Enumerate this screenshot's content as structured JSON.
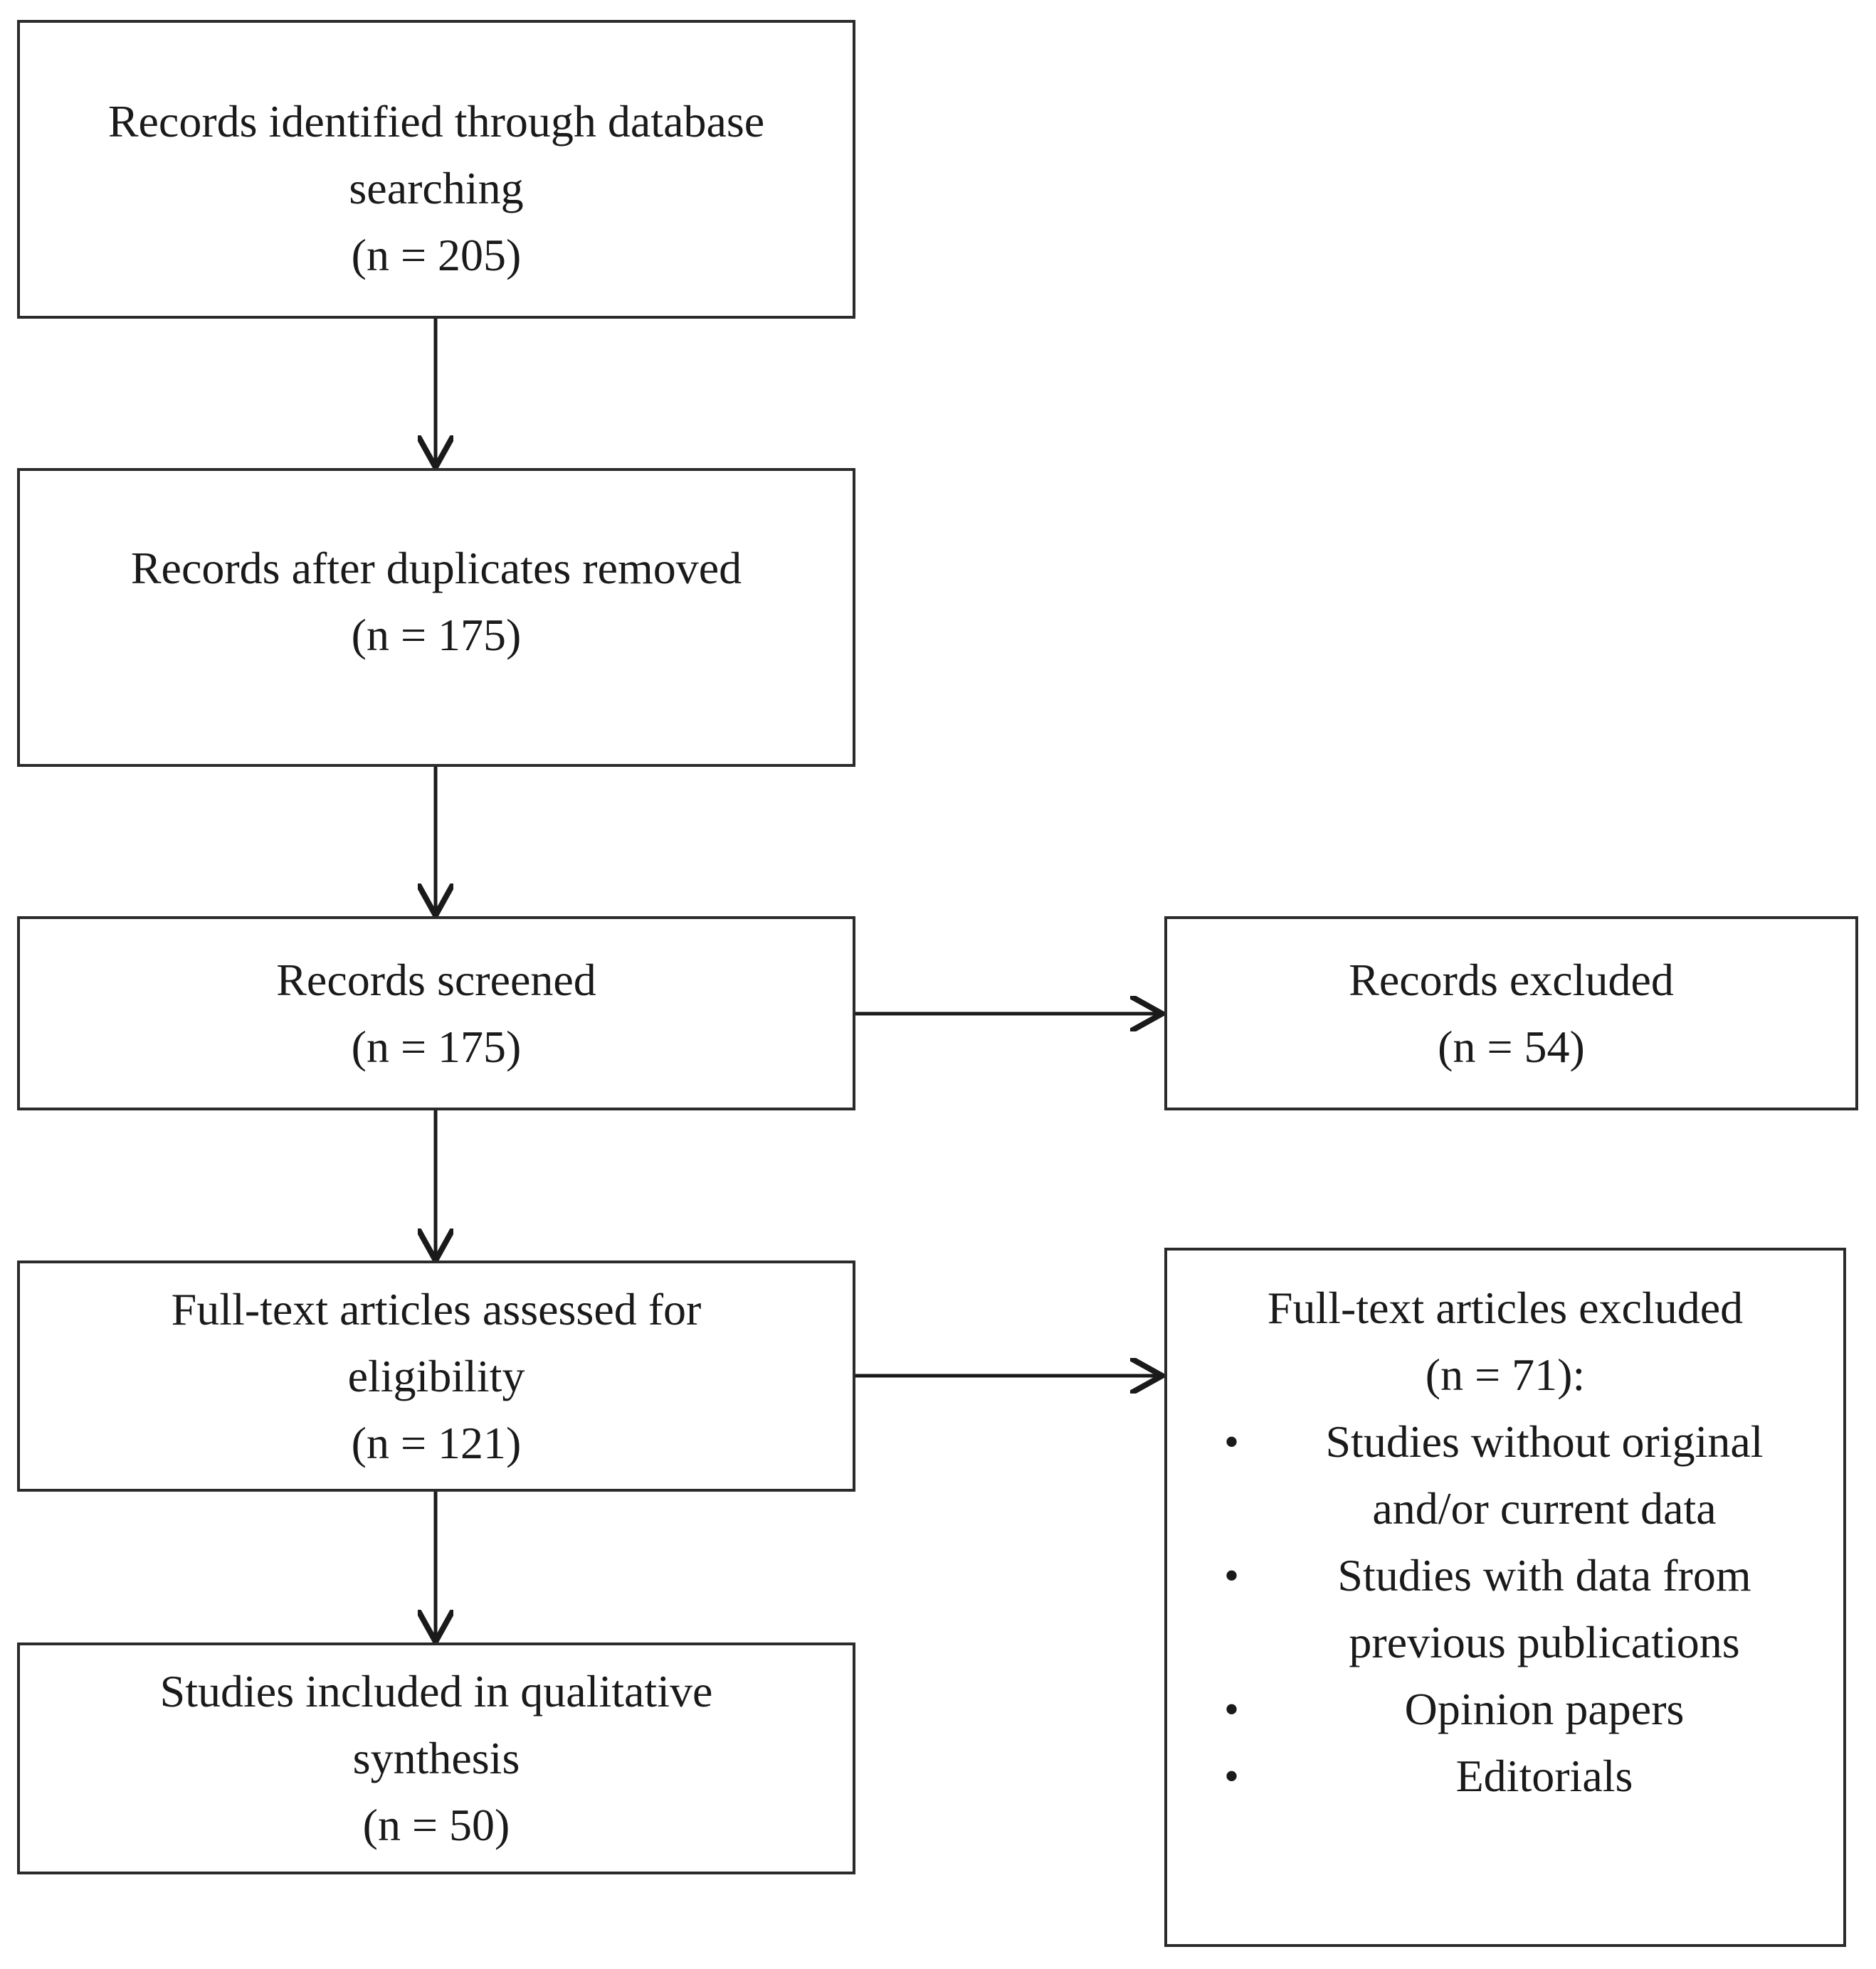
{
  "boxes": {
    "identified": {
      "lines": [
        "Records identified through database",
        "searching",
        "(n = 205)"
      ]
    },
    "after_duplicates": {
      "lines": [
        "Records after duplicates removed",
        "(n = 175)"
      ]
    },
    "screened": {
      "lines": [
        "Records screened",
        "(n = 175)"
      ]
    },
    "excluded": {
      "lines": [
        "Records excluded",
        "(n = 54)"
      ]
    },
    "fulltext_assessed": {
      "lines": [
        "Full-text articles assessed for",
        "eligibility",
        "(n = 121)"
      ]
    },
    "included": {
      "lines": [
        "Studies included in qualitative",
        "synthesis",
        "(n = 50)"
      ]
    },
    "fulltext_excluded": {
      "lines": [
        "Full-text articles excluded",
        "(n = 71):"
      ],
      "bullet_char": "•",
      "reasons": [
        [
          "Studies without original",
          "and/or current data"
        ],
        [
          "Studies with data from",
          "previous publications"
        ],
        [
          "Opinion papers"
        ],
        [
          "Editorials"
        ]
      ]
    }
  }
}
